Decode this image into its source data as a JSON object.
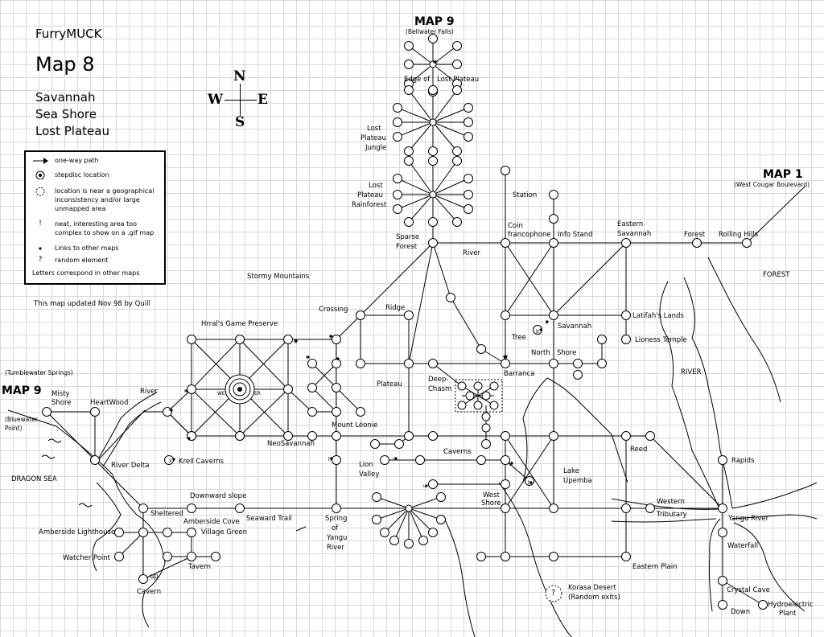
{
  "header": {
    "app": "FurryMUCK",
    "map_title": "Map 8",
    "areas": [
      "Savannah",
      "Sea Shore",
      "Lost Plateau"
    ],
    "updated": "This map updated Nov 98 by Quill"
  },
  "compass": {
    "n": "N",
    "s": "S",
    "e": "E",
    "w": "W"
  },
  "legend": {
    "rows": [
      {
        "icon": "arrow-icon",
        "text": "one-way path"
      },
      {
        "icon": "stepdisc-icon",
        "text": "stepdisc location"
      },
      {
        "icon": "dashed-circle-icon",
        "text": "location is near a geographical inconsistency and/or large unmapped area"
      },
      {
        "icon": "exclamation-icon",
        "symbol": "!",
        "text": "neat, interesting area too complex to show on a .gif map"
      },
      {
        "icon": "dot-icon",
        "text": "Links to other maps"
      },
      {
        "icon": "question-icon",
        "symbol": "?",
        "text": "random element"
      }
    ],
    "footer": "Letters correspond in other maps"
  },
  "map_refs": {
    "map9_north": {
      "title": "MAP 9",
      "sub": "(Bellwater Falls)"
    },
    "map1": {
      "title": "MAP 1",
      "sub": "(West Cougar Boulevard)"
    },
    "map9_west": {
      "title": "MAP 9",
      "above": "(Tumblewater Springs)",
      "below1": "(Bluewater",
      "below2": "Point)"
    }
  },
  "labels": {
    "edge_of": "Edge of",
    "lost_plateau_top": "Lost Plateau",
    "lost_plateau_jungle": [
      "Lost",
      "Plateau",
      "Jungle"
    ],
    "lost_plateau_rainforest": [
      "Lost",
      "Plateau",
      "Rainforest"
    ],
    "sparse_forest": [
      "Sparse",
      "Forest"
    ],
    "station": "Station",
    "coin_francophone": [
      "Coin",
      "francophone"
    ],
    "info_stand": "Info Stand",
    "eastern_savannah": [
      "Eastern",
      "Savannah"
    ],
    "forest": "Forest",
    "rolling_hills": "Rolling Hills",
    "forest_caps": "FOREST",
    "river_top": "River",
    "stormy_mountains": "Stormy Mountains",
    "crossing": "Crossing",
    "ridge": "Ridge",
    "savannah": "Savannah",
    "latifahs_lands": "Latifah's Lands",
    "lioness_temple": "Lioness Temple",
    "tree": "Tree",
    "north_shore": [
      "North",
      "Shore"
    ],
    "barranca": "Barranca",
    "river_caps": "RIVER",
    "hrrals_game_preserve": "Hrral's Game Preserve",
    "plateau": "Plateau",
    "deep_chasm": [
      "Deep-",
      "Chasm"
    ],
    "misty_shore": [
      "Misty",
      "Shore"
    ],
    "heartwood": "HeartWood",
    "river_west": "River",
    "mount_leonie": "Mount Léonie",
    "neosavannah": "NeoSavannah",
    "krell_caverns": "Krell Caverns",
    "river_delta": "River Delta",
    "dragon_sea": "DRAGON SEA",
    "lion_valley": [
      "Lion",
      "Valley"
    ],
    "caverns": "Caverns",
    "reed": "Reed",
    "lake_upemba": [
      "Lake",
      "Upemba"
    ],
    "rapids": "Rapids",
    "downward_slope": "Downward slope",
    "sheltered": "Sheltered",
    "amberside_cove": "Amberside Cove",
    "seaward_trail": "Seaward Trail",
    "spring_of_yangu_river": [
      "Spring",
      "of",
      "Yangu",
      "River"
    ],
    "west_shore": [
      "West",
      "Shore"
    ],
    "western_tributary": [
      "Western",
      "Tributary"
    ],
    "yangu_river": "Yangu River",
    "amberside_lighthouse": "Amberside Lighthouse",
    "village_green": "Village Green",
    "watcher_point": "Watcher Point",
    "tavern": "Tavern",
    "up": "up",
    "cavern": "Cavern",
    "eastern_plain": "Eastern Plain",
    "waterfall": "Waterfall",
    "korasa_desert": [
      "Korasa Desert",
      "(Random exits)"
    ],
    "crystal_cave": "Crystal Cave",
    "down": "Down",
    "hydroelectric_plant": [
      "Hydroelectric",
      "Plant"
    ],
    "question_mark": "?"
  },
  "letters": {
    "a": "a",
    "b": "b",
    "c": "c",
    "d": "d",
    "e": "e",
    "f": "f",
    "g": "g",
    "h": "h",
    "i": "i",
    "m": "m",
    "n": "n",
    "q": "q",
    "r": "r",
    "t": "t",
    "u": "u",
    "y": "y",
    "we": "WE",
    "er": "ER"
  }
}
